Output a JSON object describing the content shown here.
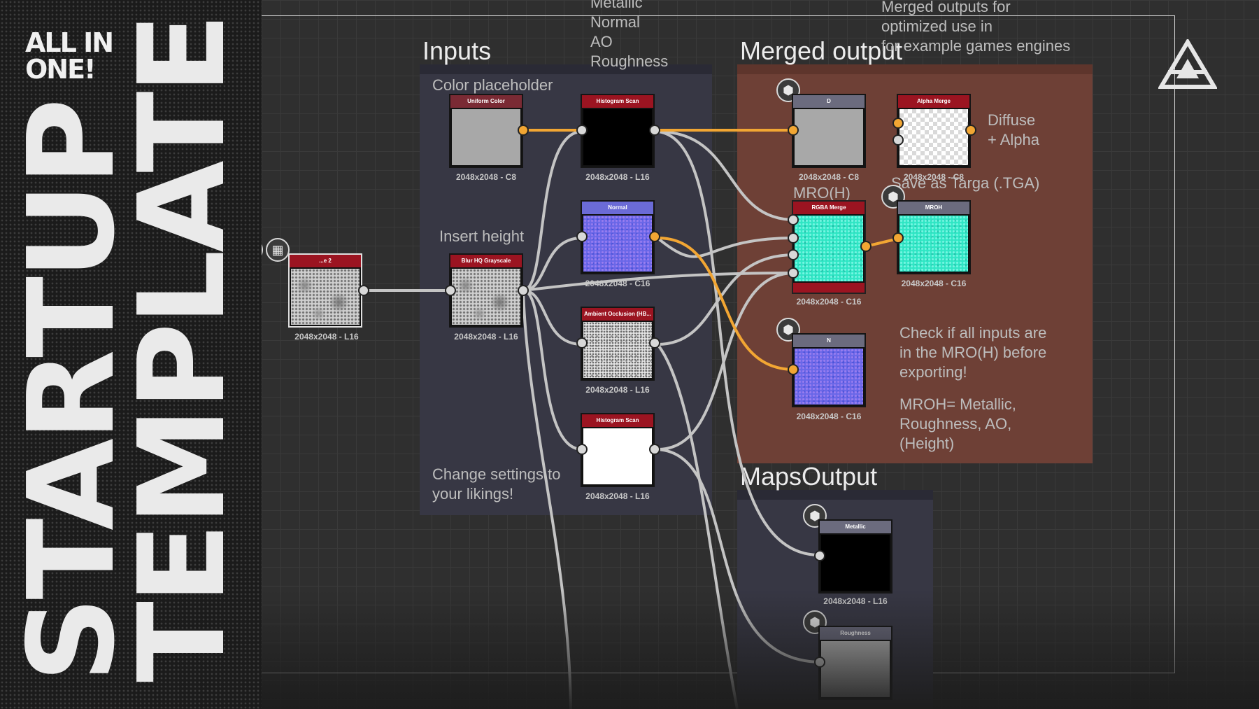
{
  "banner": {
    "all_in_line1": "ALL IN",
    "all_in_line2": "ONE!",
    "word1": "STARTUP",
    "word2": "TEMPLATE"
  },
  "frames": {
    "inputs": {
      "title": "Inputs",
      "color": "#373744"
    },
    "merged": {
      "title": "Merged output",
      "color": "#6e4036"
    },
    "maps": {
      "title": "MapsOutput",
      "color": "#373744"
    }
  },
  "notes": {
    "top_list": [
      "Metallic",
      "Normal",
      "AO",
      "Roughness"
    ],
    "merged_info": [
      "Merged outputs for",
      "optimized use in",
      "for example games engines"
    ],
    "color_placeholder": "Color placeholder",
    "insert_height": "Insert height",
    "change_settings": [
      "Change settings to",
      "your likings!"
    ],
    "diffuse_alpha": [
      "Diffuse",
      "+ Alpha"
    ],
    "save_targa": "Save as Targa (.TGA)",
    "mroh_label": "MRO(H)",
    "check_inputs": [
      "Check if all inputs are",
      "in the MRO(H) before",
      "exporting!"
    ],
    "mroh_def": [
      "MROH= Metallic,",
      "Roughness, AO,",
      "(Height)"
    ]
  },
  "nodes": {
    "source": {
      "title": "...e 2",
      "size": "2048x2048 - L16"
    },
    "uniform_color": {
      "title": "Uniform Color",
      "size": "2048x2048 - C8"
    },
    "blur_hq": {
      "title": "Blur HQ Grayscale",
      "size": "2048x2048 - L16"
    },
    "histogram_scan_1": {
      "title": "Histogram Scan",
      "size": "2048x2048 - L16"
    },
    "normal": {
      "title": "Normal",
      "size": "2048x2048 - C16"
    },
    "ambient_occlusion": {
      "title": "Ambient Occlusion (HB...",
      "size": "2048x2048 - L16"
    },
    "histogram_scan_2": {
      "title": "Histogram Scan",
      "size": "2048x2048 - L16"
    },
    "out_d": {
      "title": "D",
      "tag": "baseColor",
      "size": "2048x2048 - C8"
    },
    "alpha_merge": {
      "title": "Alpha Merge",
      "size": "2048x2048 - C8"
    },
    "rgba_merge": {
      "title": "RGBA Merge",
      "size": "2048x2048 - C16"
    },
    "out_mroh": {
      "title": "MROH",
      "size": "2048x2048 - C16"
    },
    "out_n": {
      "title": "N",
      "tag": "normal",
      "size": "2048x2048 - C16"
    },
    "out_metallic": {
      "title": "Metallic",
      "tag": "metallic",
      "size": "2048x2048 - L16"
    },
    "out_roughness": {
      "title": "Roughness",
      "tag": "roughness"
    }
  },
  "colors": {
    "header_red": "#9b1421",
    "header_gray": "#6b6b7e",
    "wire_gray": "#c4c4c4",
    "wire_orange": "#f2a633"
  },
  "icons": [
    "document-icon",
    "checker-icon",
    "cube-icon",
    "logo-triangle-icon"
  ]
}
